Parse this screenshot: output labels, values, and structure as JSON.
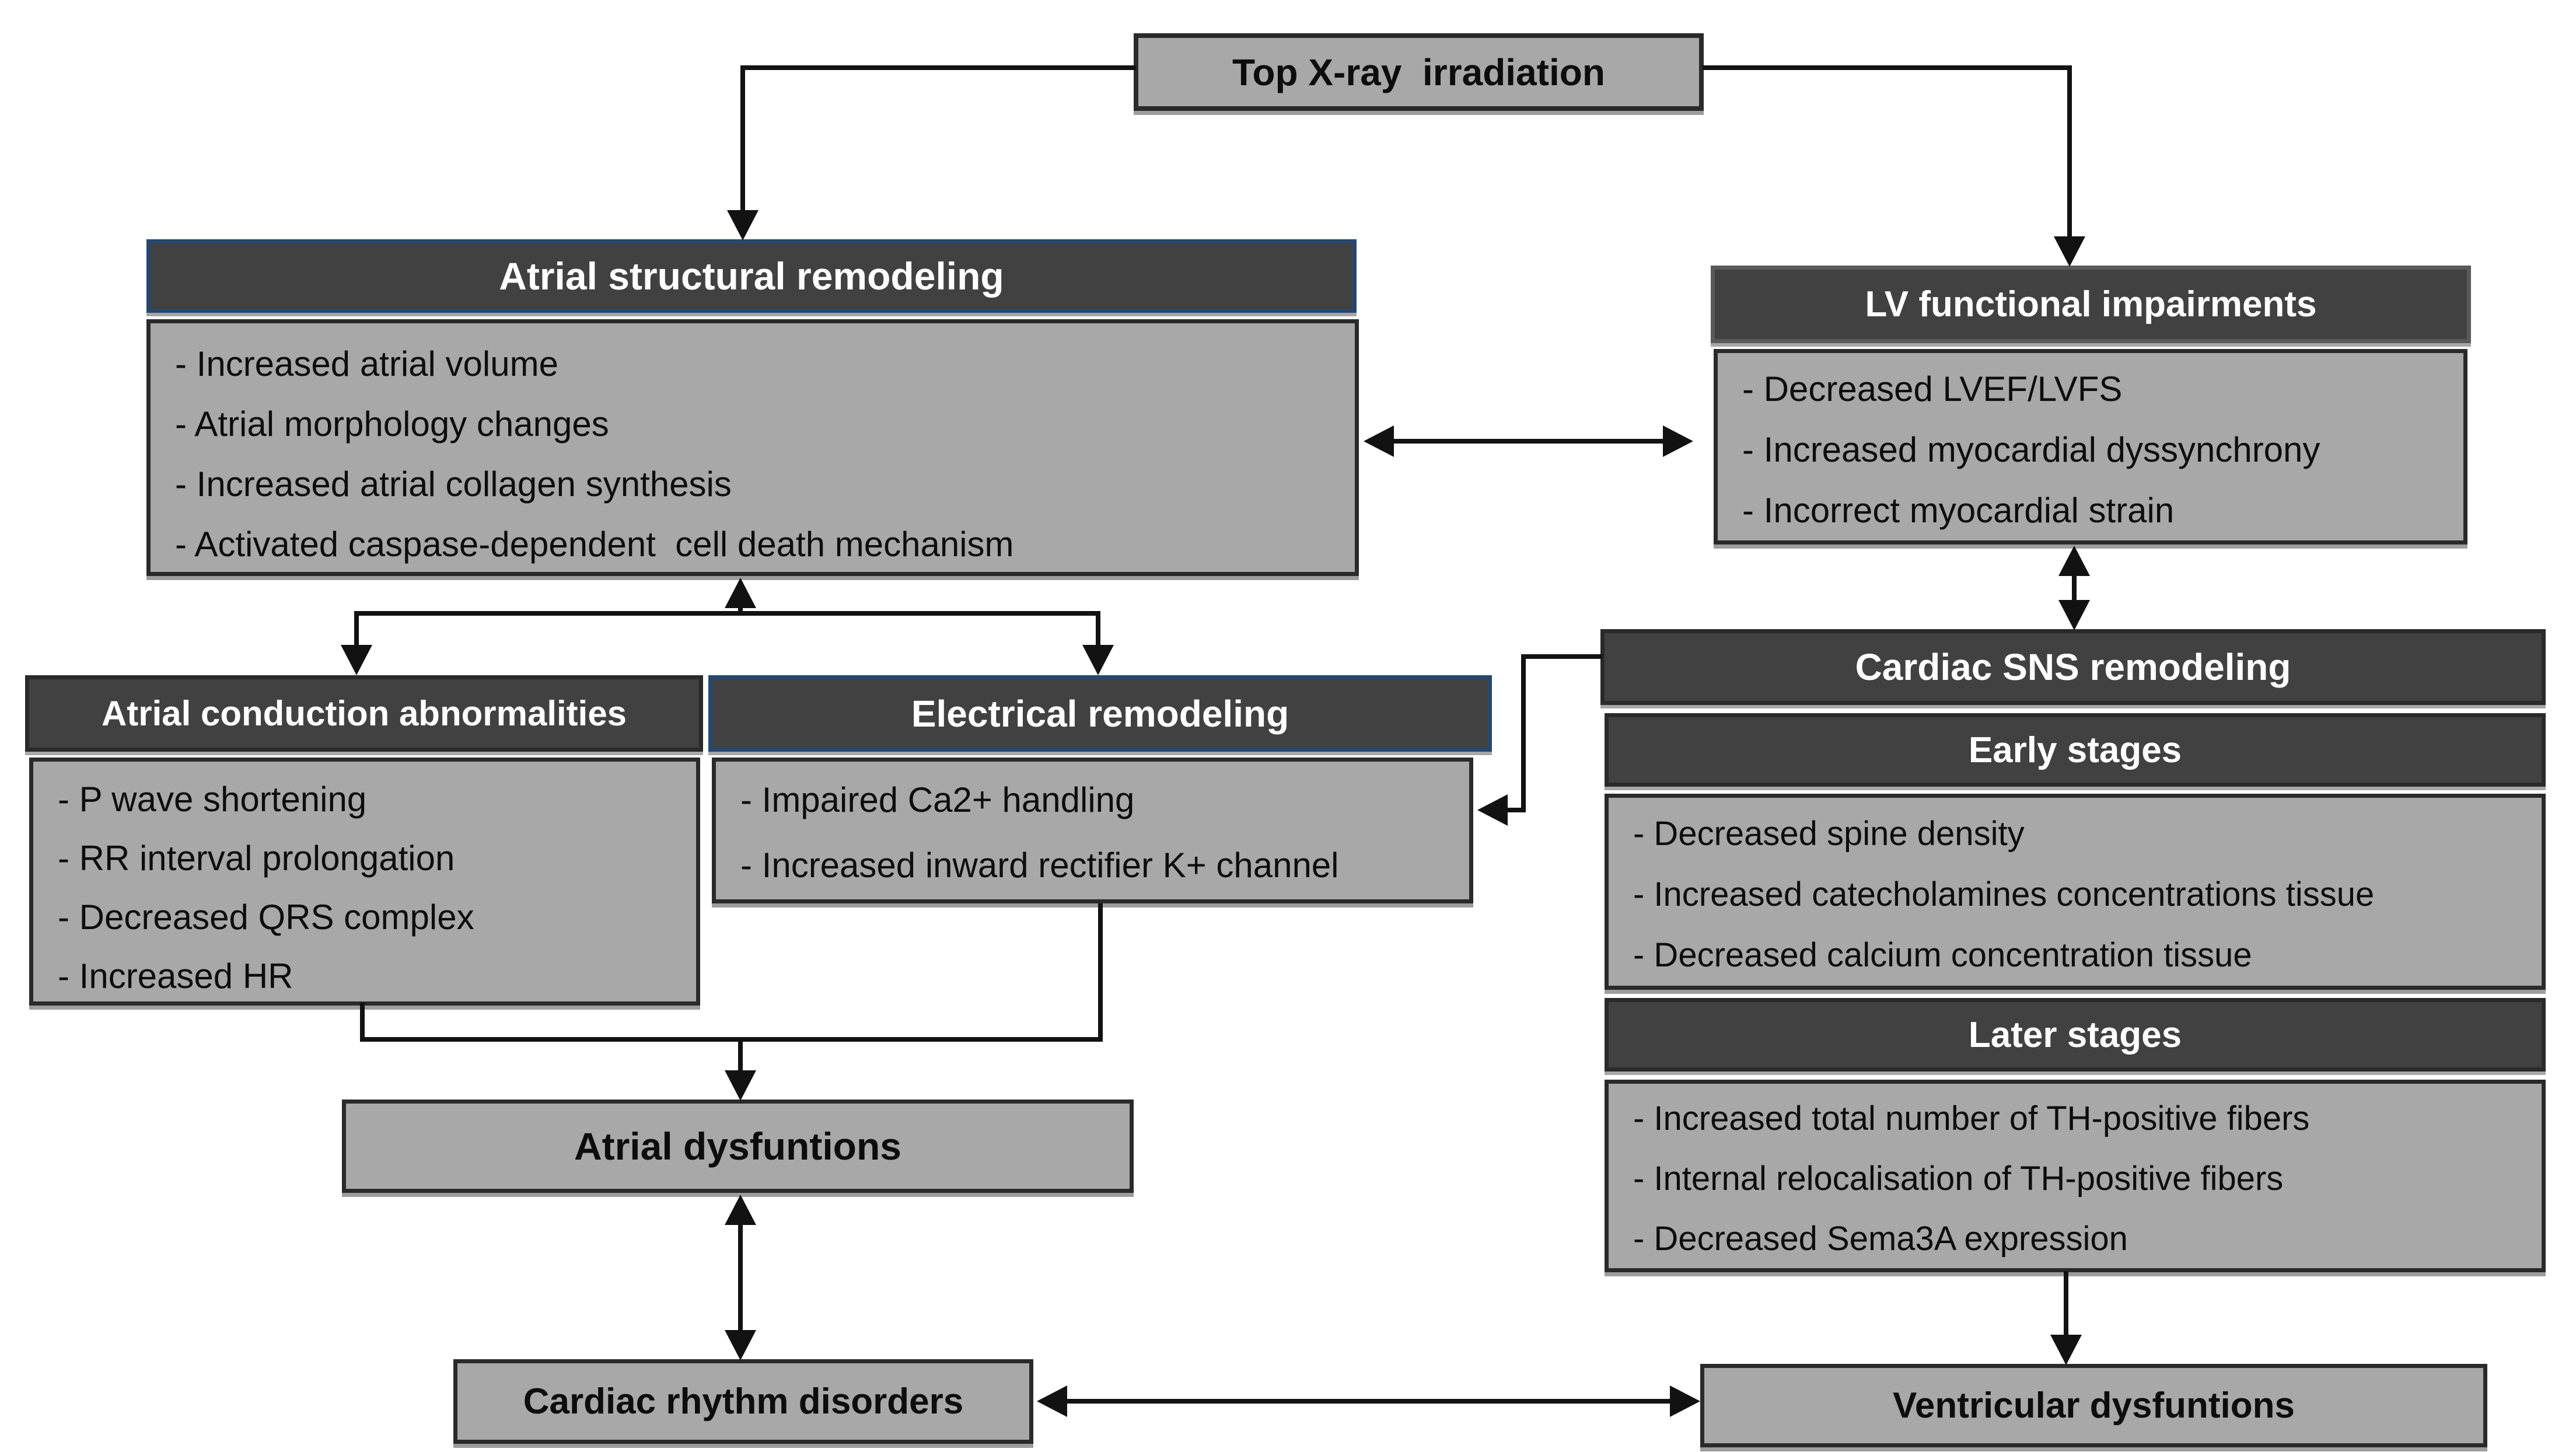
{
  "diagram": {
    "colors": {
      "header_fill": "#414141",
      "header_text": "#ffffff",
      "box_fill": "#a8a8a8",
      "box_border": "#2a2a2a",
      "blue_border": "#26486e",
      "line": "#121212"
    },
    "root": {
      "label": "Top X-ray  irradiation"
    },
    "atrial_structural": {
      "title": "Atrial structural remodeling",
      "items": [
        "- Increased atrial volume",
        "- Atrial morphology changes",
        "- Increased atrial collagen synthesis",
        "- Activated caspase-dependent  cell death mechanism"
      ]
    },
    "lv_functional": {
      "title": "LV functional impairments",
      "items": [
        "- Decreased LVEF/LVFS",
        "- Increased myocardial dyssynchrony",
        "- Incorrect myocardial strain"
      ]
    },
    "atrial_conduction": {
      "title": "Atrial conduction abnormalities",
      "items": [
        "- P wave shortening",
        "- RR interval prolongation",
        "- Decreased QRS complex",
        "- Increased HR"
      ]
    },
    "electrical": {
      "title": "Electrical remodeling",
      "items": [
        "- Impaired Ca2+ handling",
        "- Increased inward rectifier K+ channel"
      ]
    },
    "sns": {
      "title": "Cardiac SNS remodeling",
      "early": {
        "title": "Early stages",
        "items": [
          "- Decreased spine density",
          "- Increased catecholamines concentrations tissue",
          "- Decreased calcium concentration tissue"
        ]
      },
      "later": {
        "title": "Later stages",
        "items": [
          "- Increased total number of TH-positive fibers",
          "- Internal relocalisation of TH-positive fibers",
          "- Decreased Sema3A expression"
        ]
      }
    },
    "atrial_dysfunctions": {
      "label": "Atrial dysfuntions"
    },
    "cardiac_rhythm": {
      "label": "Cardiac rhythm disorders"
    },
    "ventricular": {
      "label": "Ventricular dysfuntions"
    }
  }
}
